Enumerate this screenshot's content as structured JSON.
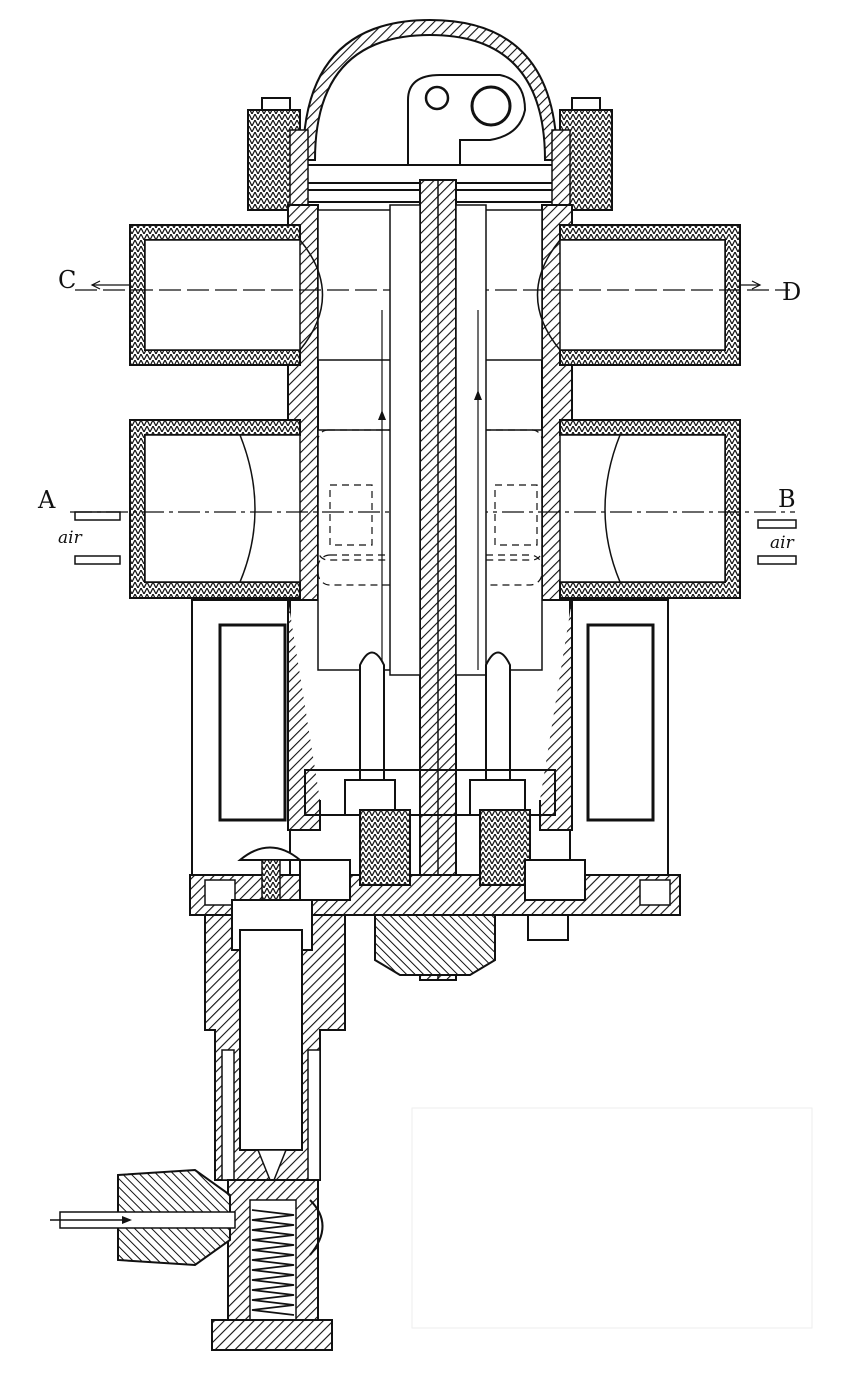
{
  "labels": {
    "c": "C",
    "d": "D",
    "a": "A",
    "b": "B",
    "air_left": "air",
    "air_right": "air"
  }
}
